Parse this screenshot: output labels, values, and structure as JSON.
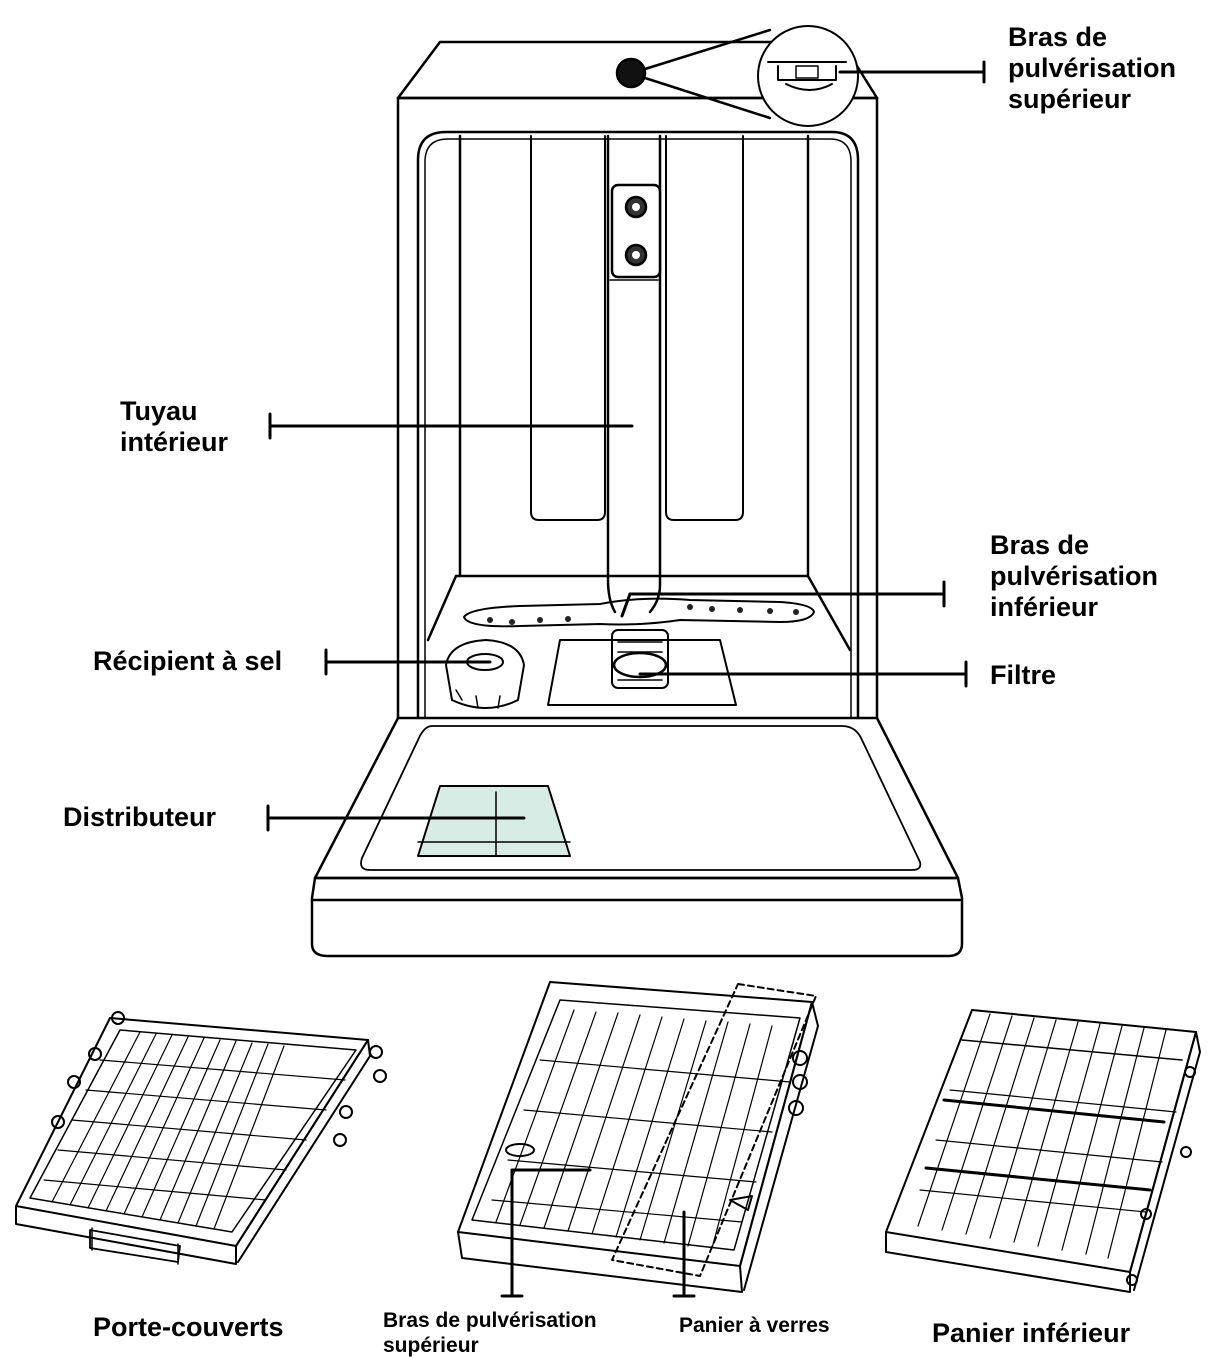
{
  "labels": {
    "upper_spray_arm": [
      "Bras de",
      "pulvérisation",
      "supérieur"
    ],
    "inner_pipe": [
      "Tuyau",
      "intérieur"
    ],
    "lower_spray_arm": [
      "Bras de",
      "pulvérisation",
      "inférieur"
    ],
    "salt_container": "Récipient à sel",
    "filter": "Filtre",
    "dispenser": "Distributeur",
    "cutlery_rack": "Porte-couverts",
    "upper_spray_arm_basket": [
      "Bras de pulvérisation",
      "supérieur"
    ],
    "glass_basket": "Panier à verres",
    "lower_basket": "Panier inférieur"
  },
  "colors": {
    "line": "#000000",
    "background": "#ffffff",
    "dispenser_fill": "#d8ece6"
  }
}
